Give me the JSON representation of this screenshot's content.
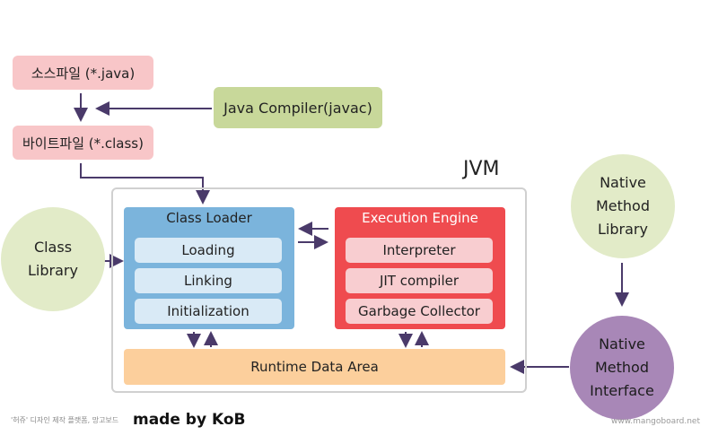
{
  "source_box": "소스파일 (*.java)",
  "compiler_box": "Java Compiler(javac)",
  "bytecode_box": "바이트파일 (*.class)",
  "jvm_label": "JVM",
  "class_library": {
    "line1": "Class",
    "line2": "Library"
  },
  "native_library": {
    "line1": "Native",
    "line2": "Method",
    "line3": "Library"
  },
  "native_interface": {
    "line1": "Native",
    "line2": "Method",
    "line3": "Interface"
  },
  "class_loader": {
    "title": "Class Loader",
    "items": [
      "Loading",
      "Linking",
      "Initialization"
    ]
  },
  "execution_engine": {
    "title": "Execution Engine",
    "items": [
      "Interpreter",
      "JIT compiler",
      "Garbage Collector"
    ]
  },
  "runtime_data_area": "Runtime Data Area",
  "credits": {
    "small": "'허쥬' 디자인 제작 플랫폼, 망고보드",
    "made_by": "made by KoB",
    "url": "www.mangoboard.net"
  },
  "colors": {
    "pink": "#f8c6c8",
    "green": "#c8d89a",
    "blue": "#7bb4dc",
    "red": "#ef4b4f",
    "orange": "#fccf9c",
    "purple": "#a887b7",
    "arrow": "#4a3a6a"
  }
}
